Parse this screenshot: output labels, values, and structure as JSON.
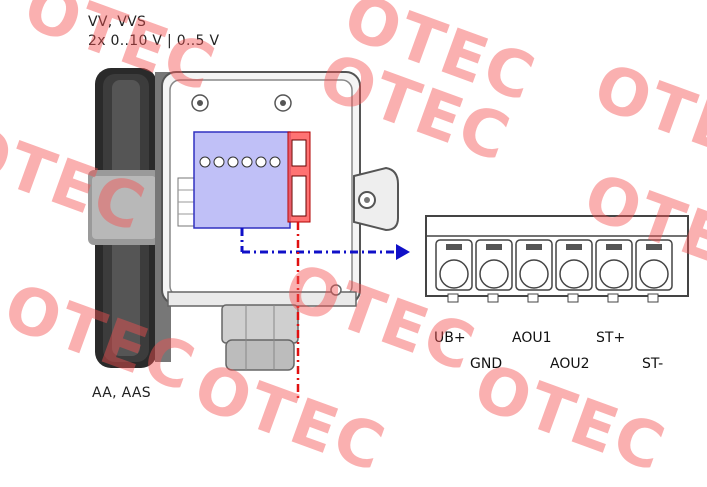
{
  "header": {
    "line1": "VV, VVS",
    "line2": "2x 0..10 V | 0..5 V",
    "bottom_label": "AA, AAS"
  },
  "terminals": {
    "top_row": [
      "UB+",
      "AOU1",
      "ST+"
    ],
    "bottom_row": [
      "GND",
      "AOU2",
      "ST-"
    ]
  },
  "watermark": {
    "text": "OTEC",
    "color": "#f05050"
  },
  "colors": {
    "highlight_blue": "#8c8cf0",
    "highlight_red": "#ff5a5a",
    "arrow_blue": "#1010c8",
    "line_red": "#e01010"
  }
}
